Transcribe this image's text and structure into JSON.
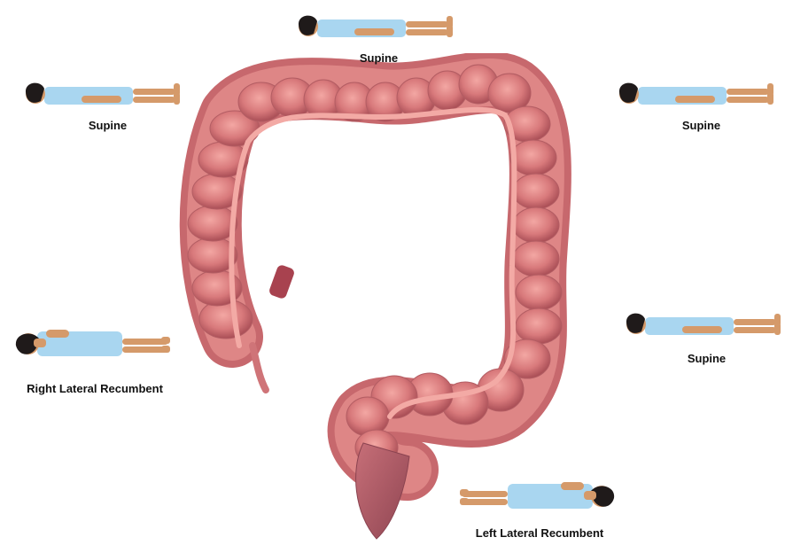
{
  "labels": {
    "top_center": "Supine",
    "top_left": "Supine",
    "top_right": "Supine",
    "middle_right": "Supine",
    "middle_left": "Right Lateral Recumbent",
    "bottom_center": "Left Lateral Recumbent"
  },
  "colors": {
    "gown": "#a9d6f0",
    "skin": "#d59a6a",
    "hair": "#1f1a1a",
    "colon": "#d97b7b",
    "colon_dark": "#b85a5e",
    "taenia": "#f1a5a0"
  },
  "icons": {
    "patient": "patient-lying-figure",
    "organ": "large-intestine-colon"
  }
}
